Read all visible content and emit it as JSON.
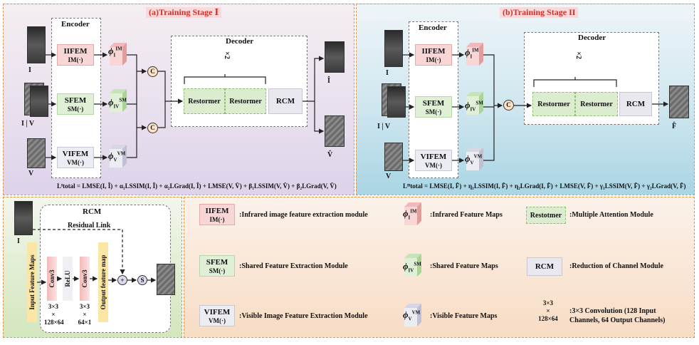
{
  "stage1": {
    "title": "(a)Training Stage Ⅰ",
    "encoder_label": "Encoder",
    "decoder_label": "Decoder",
    "repeat_label": "×2",
    "iifem": {
      "name": "IIFEM",
      "sub": "IM(·)"
    },
    "sfem": {
      "name": "SFEM",
      "sub": "SM(·)"
    },
    "vifem": {
      "name": "VIFEM",
      "sub": "VM(·)"
    },
    "phi_im": {
      "base": "ϕ",
      "sup": "IM",
      "sub": "I"
    },
    "phi_sm": {
      "base": "ϕ",
      "sup": "SM",
      "sub": "IV"
    },
    "phi_vm": {
      "base": "ϕ",
      "sup": "VM",
      "sub": "V"
    },
    "concat": "C",
    "restormer1": "Restormer",
    "restormer2": "Restormer",
    "rcm": "RCM",
    "input_i": "I",
    "input_iv": "I | V",
    "input_v": "V",
    "out_i": "Î",
    "out_v": "V̂",
    "loss": "Lᴵtotal = LMSE(I, Î) + α₁LSSIM(I, Î) + α₂LGrad(I, Î) + LMSE(V, V̂) + β₁LSSIM(V, V̂) + β₂LGrad(V, V̂)"
  },
  "stage2": {
    "title": "(b)Training Stage II",
    "encoder_label": "Encoder",
    "decoder_label": "Decoder",
    "repeat_label": "×2",
    "iifem": {
      "name": "IIFEM",
      "sub": "IM(·)"
    },
    "sfem": {
      "name": "SFEM",
      "sub": "SM(·)"
    },
    "vifem": {
      "name": "VIFEM",
      "sub": "VM(·)"
    },
    "phi_im": {
      "base": "ϕ",
      "sup": "IM",
      "sub": "I"
    },
    "phi_sm": {
      "base": "ϕ",
      "sup": "SM",
      "sub": "IV"
    },
    "phi_vm": {
      "base": "ϕ",
      "sup": "VM",
      "sub": "V"
    },
    "concat": "C",
    "restormer1": "Restormer",
    "restormer2": "Restormer",
    "rcm": "RCM",
    "input_i": "I",
    "input_iv": "I | V",
    "input_v": "V",
    "out_f": "F̂",
    "loss": "Lᴵᴵtotal = LMSE(I, F̂) + η₁LSSIM(I, F̂) + η₂LGrad(I, F̂) + LMSE(V, F̂) + γ₁LSSIM(V, F̂) + γ₂LGrad(V, F̂)"
  },
  "rcm_detail": {
    "title": "RCM",
    "residual": "Residual Link",
    "input_label": "I",
    "input_feature_maps": "Input Feature Maps",
    "conv1": "Conv3",
    "relu": "ReLU",
    "conv2": "Conv3",
    "output_feature_map": "Output feature map",
    "plus": "+",
    "s": "S",
    "dims1": [
      "3×3",
      "×",
      "128×64"
    ],
    "dims2": [
      "3×3",
      "×",
      "64×1"
    ]
  },
  "legend": {
    "iifem": {
      "name": "IIFEM",
      "sub": "IM(·)",
      "text": ":Infrared image feature extraction module"
    },
    "phi_im": {
      "base": "ϕ",
      "sup": "IM",
      "sub": "I",
      "text": ":Infrared Feature Maps"
    },
    "restormer": {
      "name": "Restotmer",
      "text": ":Multiple Attention Module"
    },
    "sfem": {
      "name": "SFEM",
      "sub": "SM(·)",
      "text": ":Shared Feature Extraction Module"
    },
    "phi_sm": {
      "base": "ϕ",
      "sup": "SM",
      "sub": "IV",
      "text": ":Shared Feature Maps"
    },
    "rcm": {
      "name": "RCM",
      "text": ":Reduction of Channel Module"
    },
    "vifem": {
      "name": "VIFEM",
      "sub": "VM(·)",
      "text": ":Visible Image Feature Extraction Module"
    },
    "phi_vm": {
      "base": "ϕ",
      "sup": "VM",
      "sub": "V",
      "text": ":Visible Feature Maps"
    },
    "conv": {
      "dims": [
        "3×3",
        "×",
        "128×64"
      ],
      "text": [
        ":3×3 Convolution (128 Input",
        "Channels, 64 Output Channels)"
      ]
    }
  },
  "colors": {
    "title_red": "#d0302d",
    "iifem_pink": "#f8d6d6",
    "sfem_green": "#dff0d6",
    "vifem_gray": "#ececf3",
    "concat_orange": "#fde2c7"
  }
}
